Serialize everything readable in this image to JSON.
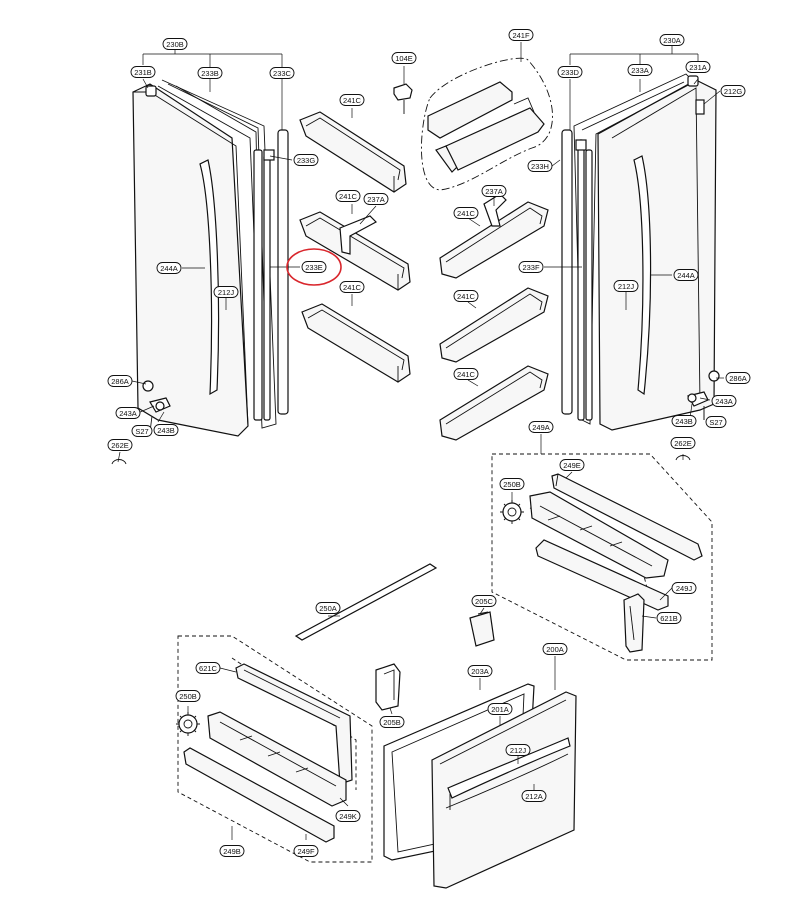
{
  "highlight": {
    "target_label": "233E",
    "color": "#d9262c"
  },
  "callouts": [
    {
      "id": "230B",
      "label": "230B"
    },
    {
      "id": "231B",
      "label": "231B"
    },
    {
      "id": "233B",
      "label": "233B"
    },
    {
      "id": "233C",
      "label": "233C"
    },
    {
      "id": "233G",
      "label": "233G"
    },
    {
      "id": "244A-left",
      "label": "244A"
    },
    {
      "id": "212J-left",
      "label": "212J"
    },
    {
      "id": "233E",
      "label": "233E"
    },
    {
      "id": "104E",
      "label": "104E"
    },
    {
      "id": "241F",
      "label": "241F"
    },
    {
      "id": "241C-a",
      "label": "241C"
    },
    {
      "id": "241C-b",
      "label": "241C"
    },
    {
      "id": "237A-left",
      "label": "237A"
    },
    {
      "id": "241C-c",
      "label": "241C"
    },
    {
      "id": "237A-right",
      "label": "237A"
    },
    {
      "id": "241C-d",
      "label": "241C"
    },
    {
      "id": "241C-e",
      "label": "241C"
    },
    {
      "id": "241C-f",
      "label": "241C"
    },
    {
      "id": "233H",
      "label": "233H"
    },
    {
      "id": "230A",
      "label": "230A"
    },
    {
      "id": "233D",
      "label": "233D"
    },
    {
      "id": "233A",
      "label": "233A"
    },
    {
      "id": "231A",
      "label": "231A"
    },
    {
      "id": "212G",
      "label": "212G"
    },
    {
      "id": "233F",
      "label": "233F"
    },
    {
      "id": "212J-right",
      "label": "212J"
    },
    {
      "id": "244A-right",
      "label": "244A"
    },
    {
      "id": "286A-left",
      "label": "286A"
    },
    {
      "id": "243A-left",
      "label": "243A"
    },
    {
      "id": "S27-left",
      "label": "S27"
    },
    {
      "id": "243B-left",
      "label": "243B"
    },
    {
      "id": "262E-left",
      "label": "262E"
    },
    {
      "id": "286A-right",
      "label": "286A"
    },
    {
      "id": "243A-right",
      "label": "243A"
    },
    {
      "id": "243B-right",
      "label": "243B"
    },
    {
      "id": "S27-right",
      "label": "S27"
    },
    {
      "id": "262E-right",
      "label": "262E"
    },
    {
      "id": "249A",
      "label": "249A"
    },
    {
      "id": "249E",
      "label": "249E"
    },
    {
      "id": "250B-right",
      "label": "250B"
    },
    {
      "id": "249J",
      "label": "249J"
    },
    {
      "id": "621B",
      "label": "621B"
    },
    {
      "id": "250A",
      "label": "250A"
    },
    {
      "id": "205C",
      "label": "205C"
    },
    {
      "id": "200A",
      "label": "200A"
    },
    {
      "id": "203A",
      "label": "203A"
    },
    {
      "id": "201A",
      "label": "201A"
    },
    {
      "id": "212J-bottom",
      "label": "212J"
    },
    {
      "id": "212A",
      "label": "212A"
    },
    {
      "id": "205B",
      "label": "205B"
    },
    {
      "id": "621C",
      "label": "621C"
    },
    {
      "id": "250B-left",
      "label": "250B"
    },
    {
      "id": "249K",
      "label": "249K"
    },
    {
      "id": "249B",
      "label": "249B"
    },
    {
      "id": "249F",
      "label": "249F"
    }
  ]
}
